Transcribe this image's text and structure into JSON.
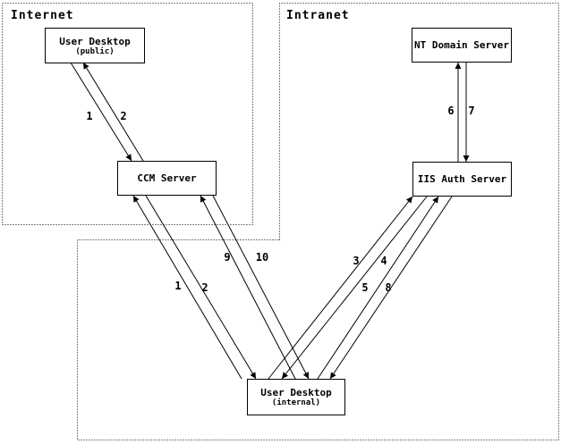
{
  "diagram": {
    "background_color": "#ffffff",
    "line_color": "#000000",
    "regions": [
      {
        "id": "internet",
        "label": "Internet"
      },
      {
        "id": "intranet",
        "label": "Intranet"
      }
    ],
    "nodes": [
      {
        "id": "user-desktop-public",
        "title": "User Desktop",
        "subtitle": "(public)",
        "region": "Internet"
      },
      {
        "id": "ccm-server",
        "title": "CCM Server",
        "subtitle": "",
        "region": "Internet"
      },
      {
        "id": "nt-domain-server",
        "title": "NT Domain Server",
        "subtitle": "",
        "region": "Intranet"
      },
      {
        "id": "iis-auth-server",
        "title": "IIS Auth Server",
        "subtitle": "",
        "region": "Intranet"
      },
      {
        "id": "user-desktop-internal",
        "title": "User Desktop",
        "subtitle": "(internal)",
        "region": "Intranet"
      }
    ],
    "edges": [
      {
        "label": "1",
        "from": "User Desktop (public)",
        "to": "CCM Server"
      },
      {
        "label": "2",
        "from": "CCM Server",
        "to": "User Desktop (public)"
      },
      {
        "label": "1",
        "from": "User Desktop (internal)",
        "to": "CCM Server"
      },
      {
        "label": "2",
        "from": "CCM Server",
        "to": "User Desktop (internal)"
      },
      {
        "label": "9",
        "from": "User Desktop (internal)",
        "to": "CCM Server"
      },
      {
        "label": "10",
        "from": "CCM Server",
        "to": "User Desktop (internal)"
      },
      {
        "label": "3",
        "from": "User Desktop (internal)",
        "to": "IIS Auth Server"
      },
      {
        "label": "4",
        "from": "IIS Auth Server",
        "to": "User Desktop (internal)"
      },
      {
        "label": "5",
        "from": "User Desktop (internal)",
        "to": "IIS Auth Server"
      },
      {
        "label": "8",
        "from": "IIS Auth Server",
        "to": "User Desktop (internal)"
      },
      {
        "label": "6",
        "from": "IIS Auth Server",
        "to": "NT Domain Server"
      },
      {
        "label": "7",
        "from": "NT Domain Server",
        "to": "IIS Auth Server"
      }
    ]
  }
}
